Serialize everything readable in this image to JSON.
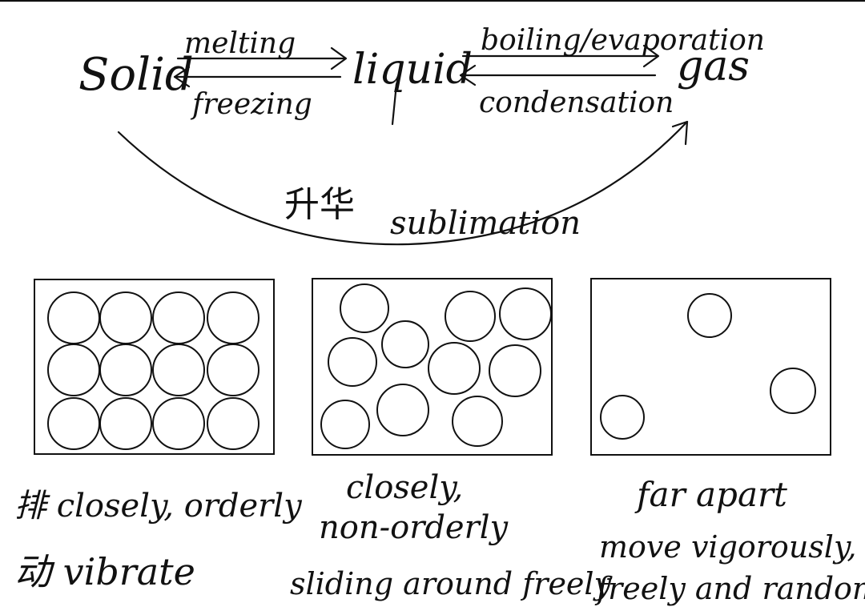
{
  "diagram": {
    "states": {
      "solid": "Solid",
      "liquid": "liquid",
      "gas": "gas"
    },
    "transitions": {
      "melting": "melting",
      "freezing": "freezing",
      "boiling_evaporation": "boiling/evaporation",
      "condensation": "condensation",
      "sublimation_cn": "升华",
      "sublimation": "sublimation"
    },
    "panels": [
      {
        "state": "solid",
        "caption_lines": [
          "排 closely, orderly",
          "动  vibrate"
        ]
      },
      {
        "state": "liquid",
        "caption_lines": [
          "closely,",
          "non-orderly",
          "sliding around freely"
        ]
      },
      {
        "state": "gas",
        "caption_lines": [
          "far apart",
          "move vigorously,",
          "freely and randomly"
        ]
      }
    ]
  }
}
